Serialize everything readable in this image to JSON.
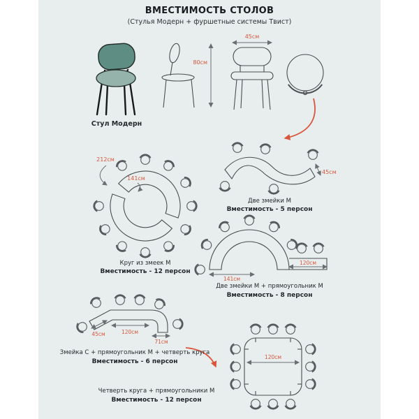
{
  "header": {
    "title": "ВМЕСТИМОСТЬ СТОЛОВ",
    "subtitle": "(Стулья Модерн + фуршетные системы Твист)"
  },
  "chair": {
    "label": "Стул Модерн",
    "height_dim": "80см",
    "width_dim": "45см"
  },
  "diagrams": [
    {
      "title": "Круг из змеек М",
      "capacity": "Вместимость - 12 персон",
      "dims": [
        "212см",
        "141см"
      ]
    },
    {
      "title": "Две змейки М",
      "capacity": "Вместимость - 5 персон",
      "dims": [
        "45см"
      ]
    },
    {
      "title": "Две змейки М + прямоугольник М",
      "capacity": "Вместимость - 8 персон",
      "dims": [
        "141см",
        "120см"
      ]
    },
    {
      "title": "Змейка С + прямоугольник М + четверть круга",
      "capacity": "Вместимость - 6 персон",
      "dims": [
        "45см",
        "120см",
        "71см"
      ]
    },
    {
      "title": "Четверть круга + прямоугольники М",
      "capacity": "Вместимость - 12 персон",
      "dims": [
        "120см"
      ]
    }
  ],
  "colors": {
    "background": "#e8eeee",
    "accent": "#d9553b",
    "line": "#4a4e50",
    "chair_back": "#5e8d84",
    "chair_seat": "#96b3ab"
  }
}
